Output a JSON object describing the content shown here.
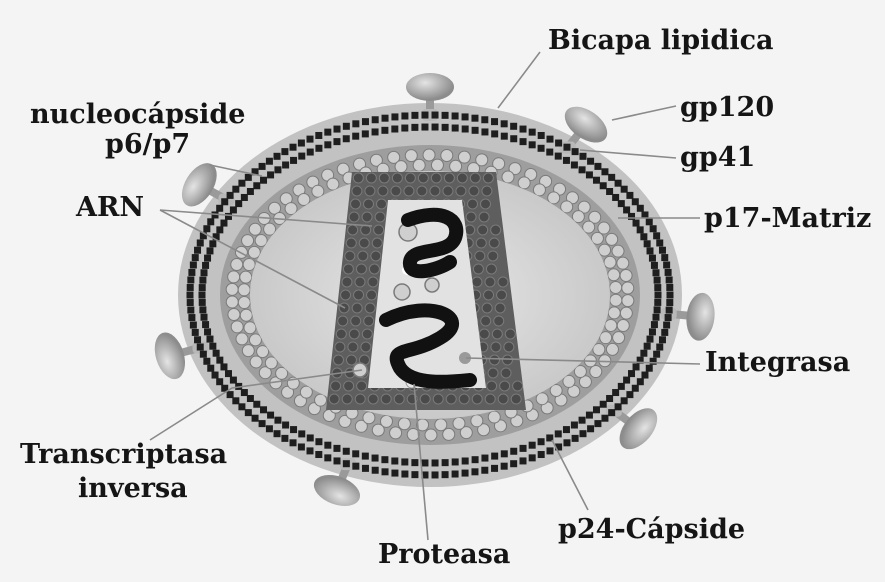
{
  "labels": {
    "bicapa": "Bicapa lipidica",
    "gp120": "gp120",
    "gp41": "gp41",
    "p17": "p17-Matriz",
    "nucleo_line1": "nucleocápside",
    "nucleo_line2": "p6/p7",
    "arn": "ARN",
    "integrasa": "Integrasa",
    "transcriptasa_line1": "Transcriptasa",
    "transcriptasa_line2": "inversa",
    "proteasa": "Proteasa",
    "p24": "p24-Cápside"
  },
  "colors": {
    "background": "#f4f4f4",
    "membrane_dots": "#1e1e1e",
    "matrix_band": "#9a9a9a",
    "matrix_circles": "#cfcfcf",
    "capsid": "#5a5a5a",
    "capsid_interior": "#e3e3e3",
    "rna": "#111111",
    "glycoprotein": "#a8a8a8",
    "leader_line": "#8a8a8a",
    "text": "#151515"
  }
}
